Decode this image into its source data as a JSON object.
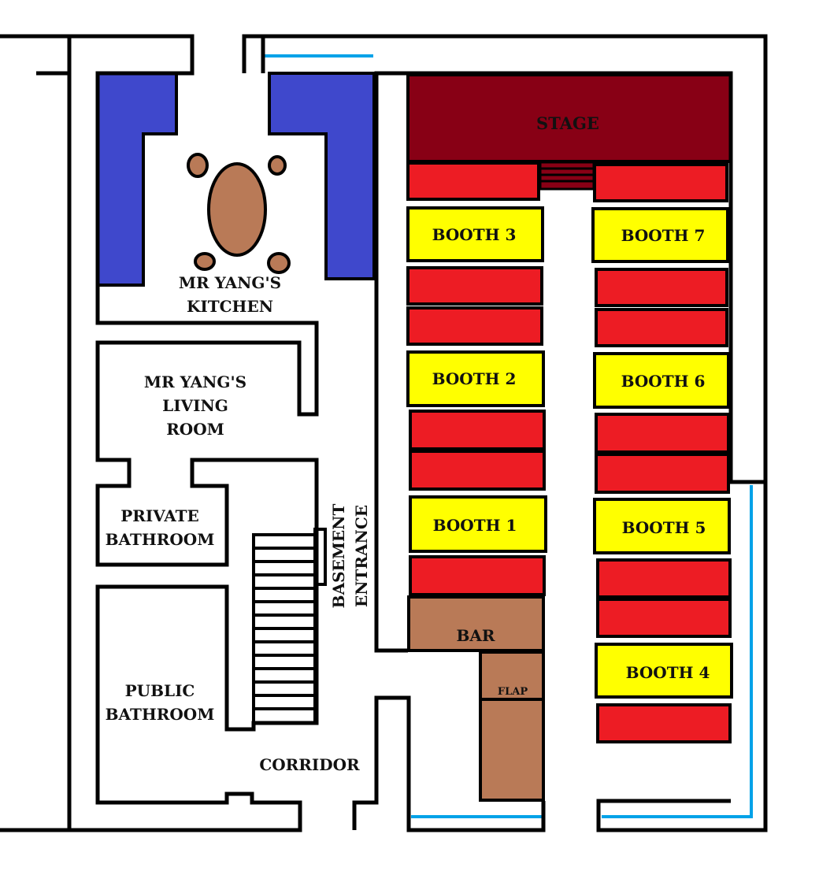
{
  "labels": {
    "stage": "STAGE",
    "booth1": "BOOTH 1",
    "booth2": "BOOTH 2",
    "booth3": "BOOTH 3",
    "booth4": "BOOTH 4",
    "booth5": "BOOTH 5",
    "booth6": "BOOTH 6",
    "booth7": "BOOTH 7",
    "bar": "BAR",
    "flap": "FLAP",
    "kitchen_1": "MR YANG'S",
    "kitchen_2": "KITCHEN",
    "living_1": "MR YANG'S",
    "living_2": "LIVING",
    "living_3": "ROOM",
    "private_1": "PRIVATE",
    "private_2": "BATHROOM",
    "public_1": "PUBLIC",
    "public_2": "BATHROOM",
    "basement_1": "BASEMENT",
    "basement_2": "ENTRANCE",
    "corridor": "CORRIDOR"
  },
  "colors": {
    "wall": "#000000",
    "counter": "#3f48cc",
    "stage": "#880015",
    "seat": "#ed1c24",
    "booth": "#ffff00",
    "wood": "#b97a57",
    "window": "#00a2e8"
  }
}
